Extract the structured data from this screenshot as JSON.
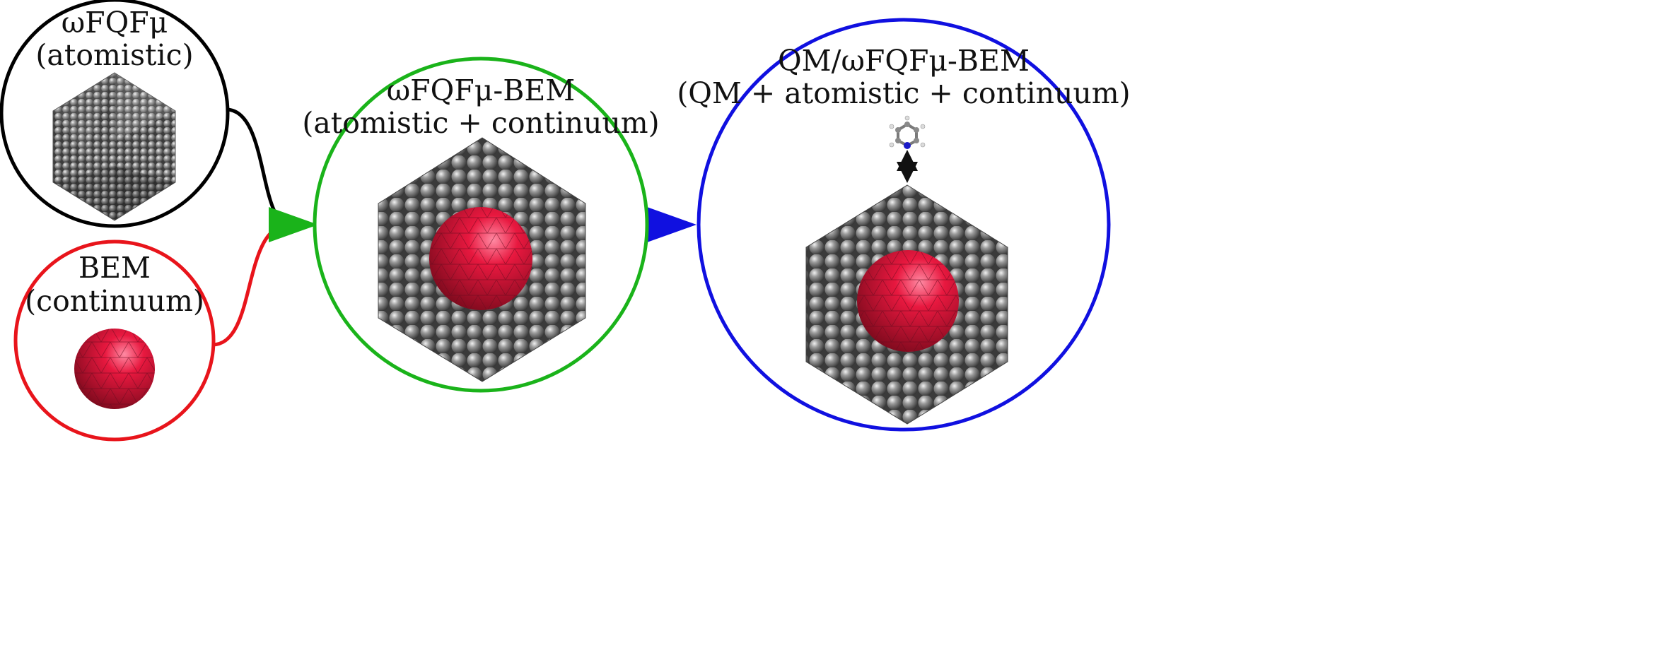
{
  "panels": {
    "atomistic": {
      "title": "ωFQFμ",
      "subtitle": "(atomistic)",
      "color": "#000000"
    },
    "continuum": {
      "title": "BEM",
      "subtitle": "(continuum)",
      "color": "#e8141b"
    },
    "combined": {
      "title": "ωFQFμ-BEM",
      "subtitle": "(atomistic + continuum)",
      "color": "#1ab31a"
    },
    "full": {
      "title": "QM/ωFQFμ-BEM",
      "subtitle": "(QM + atomistic + continuum)",
      "color": "#1010e0"
    }
  },
  "colors": {
    "sphere_core": "#e8183f",
    "metal_atom": "#8a8a8a",
    "nitrogen": "#1a1ac8"
  },
  "icons": {
    "nanoparticle": "icosahedral-silver-nanoparticle-icon",
    "bem_sphere": "tessellated-sphere-icon",
    "molecule": "pyridine-molecule-icon",
    "interaction": "double-headed-arrow-icon"
  }
}
